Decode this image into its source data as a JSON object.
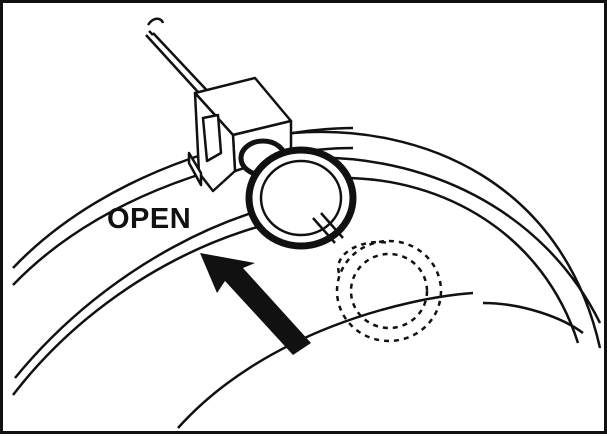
{
  "diagram": {
    "label": "OPEN",
    "colors": {
      "line": "#111111",
      "background": "#ffffff",
      "fill": "#ffffff"
    },
    "parts": [
      "cable",
      "clip-housing",
      "latch-knob",
      "knob-ghost-position",
      "direction-arrow",
      "rim-arcs"
    ]
  }
}
